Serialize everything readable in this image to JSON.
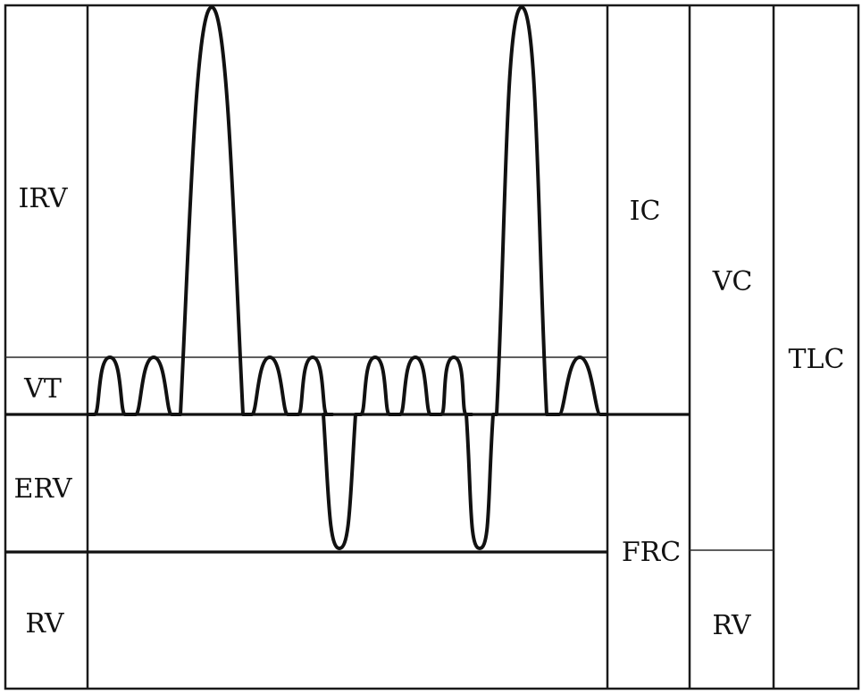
{
  "labels": {
    "irv": "IRV",
    "vt": "VT",
    "erv": "ERV",
    "rv_left": "RV",
    "ic": "IC",
    "frc": "FRC",
    "vc": "VC",
    "rv_right": "RV",
    "tlc": "TLC"
  },
  "trace": {
    "description_levels": {
      "max_inspiration": 1.0,
      "tidal_top": 0.48,
      "frc_level": 0.4,
      "max_expiration": 0.2,
      "zero": 0.0
    },
    "sequence": [
      "tidal",
      "tidal",
      "deep_inspiration",
      "tidal",
      "tidal",
      "deep_expiration",
      "tidal",
      "tidal",
      "tidal",
      "deep_expiration",
      "deep_inspiration",
      "tidal"
    ]
  },
  "colors": {
    "line": "#111111",
    "background": "#ffffff"
  }
}
